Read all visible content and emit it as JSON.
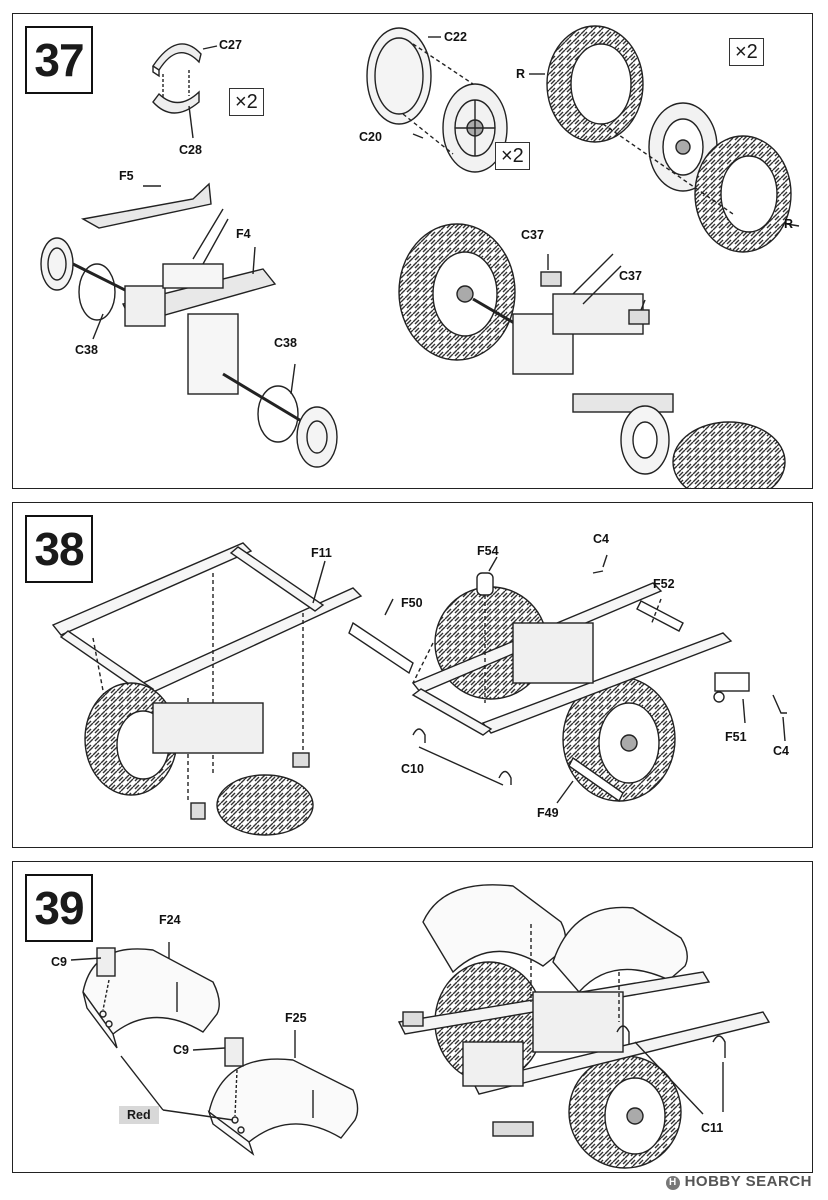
{
  "steps": {
    "s37": {
      "number": "37",
      "labels": [
        "C27",
        "C28",
        "F5",
        "F4",
        "C38",
        "C38",
        "C22",
        "C20",
        "R",
        "R",
        "C37",
        "C37"
      ],
      "multipliers": [
        "×2",
        "×2",
        "×2"
      ]
    },
    "s38": {
      "number": "38",
      "labels": [
        "F11",
        "F54",
        "C4",
        "F50",
        "F52",
        "F51",
        "C4",
        "C10",
        "F49"
      ]
    },
    "s39": {
      "number": "39",
      "labels": [
        "C9",
        "F24",
        "F25",
        "C9",
        "C11"
      ],
      "paint": "Red"
    }
  },
  "watermark": {
    "brand": "HOBBY SEARCH",
    "badge": "H"
  },
  "colors": {
    "line": "#1a1a1a",
    "paint_tag": "#d8d8d8",
    "border": "#222222"
  }
}
